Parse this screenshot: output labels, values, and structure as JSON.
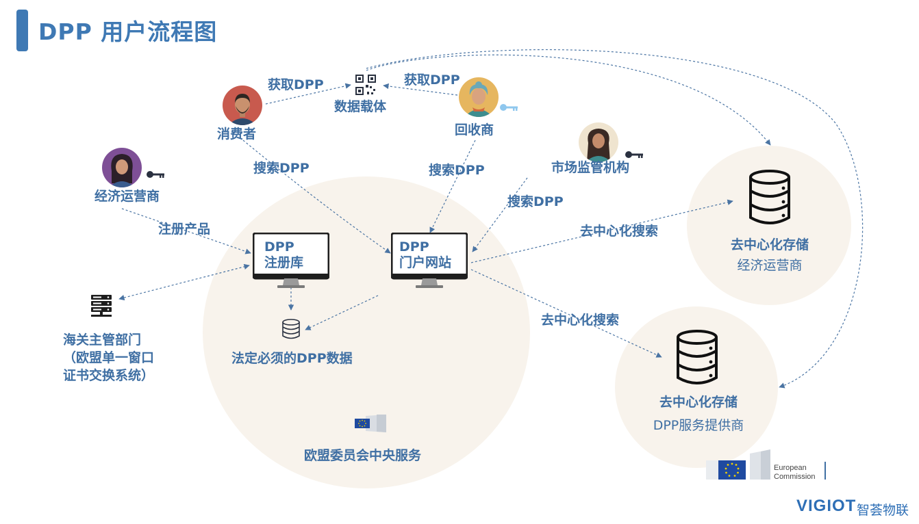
{
  "title": "DPP 用户流程图",
  "colors": {
    "accent": "#3f79b4",
    "text": "#3f6fa3",
    "blob": "#f8f3ec",
    "line": "#4a74a3"
  },
  "actors": {
    "consumer": "消费者",
    "recycler": "回收商",
    "economic_operator": "经济运营商",
    "market_authority": "市场监管机构",
    "customs_line1": "海关主管部门",
    "customs_line2": "（欧盟单一窗口",
    "customs_line3": "证书交换系统）"
  },
  "nodes": {
    "data_carrier": "数据载体",
    "registry_line1": "DPP",
    "registry_line2": "注册库",
    "portal_line1": "DPP",
    "portal_line2": "门户网站",
    "mandatory_data": "法定必须的DPP数据",
    "eu_central": "欧盟委员会中央服务",
    "storage1_title": "去中心化存储",
    "storage1_sub": "经济运营商",
    "storage2_title": "去中心化存储",
    "storage2_sub": "DPP服务提供商"
  },
  "edges": {
    "consumer_get": "获取DPP",
    "recycler_get": "获取DPP",
    "consumer_search": "搜索DPP",
    "recycler_search": "搜索DPP",
    "authority_search": "搜索DPP",
    "register_product": "注册产品",
    "decentral_search_1": "去中心化搜索",
    "decentral_search_2": "去中心化搜索"
  },
  "logos": {
    "ec_line1": "European",
    "ec_line2": "Commission",
    "vigiot": "VIGIOT",
    "vigiot_cn": "智荟物联"
  },
  "icons": {
    "qr": "qr-code-icon",
    "key": "key-icon",
    "database": "database-icon",
    "server": "server-icon",
    "monitor": "monitor-icon"
  }
}
